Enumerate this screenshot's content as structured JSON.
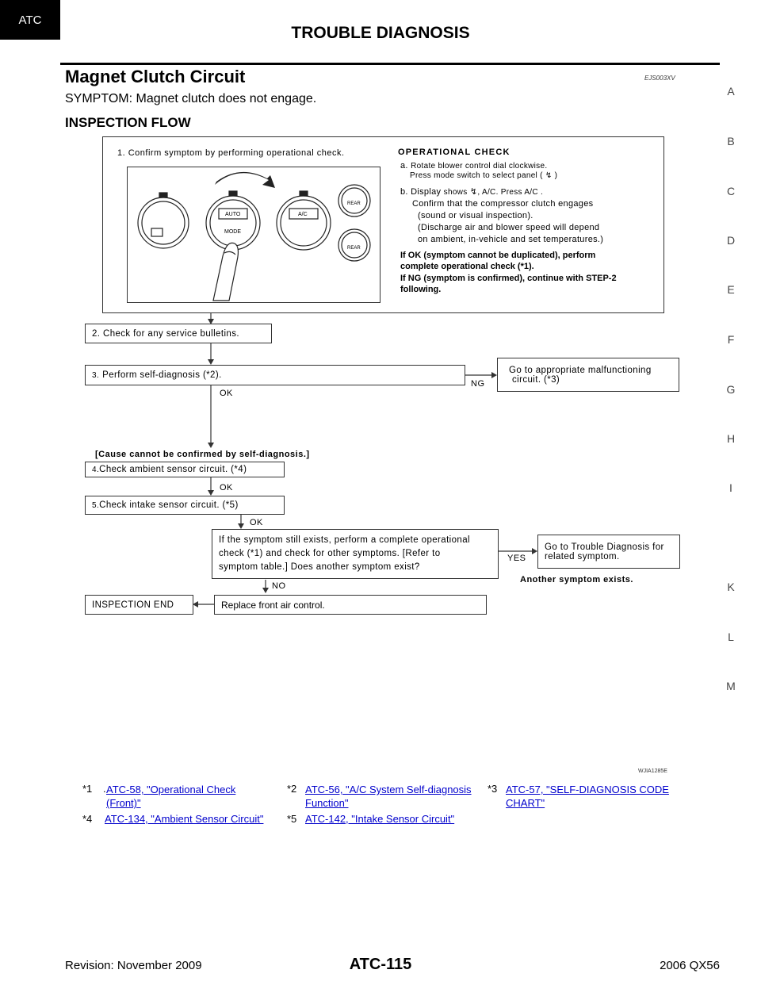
{
  "header": {
    "title": "TROUBLE DIAGNOSIS"
  },
  "section": {
    "title": "Magnet Clutch Circuit",
    "code": "EJS003XV",
    "symptom": "SYMPTOM: Magnet clutch does not engage.",
    "flow_title": "INSPECTION FLOW"
  },
  "sidebar": {
    "letters": [
      "A",
      "B",
      "C",
      "D",
      "E",
      "F",
      "G",
      "H",
      "I",
      "ATC",
      "K",
      "L",
      "M"
    ],
    "active": "ATC"
  },
  "flow": {
    "step1": "1. Confirm symptom by performing operational check.",
    "opcheck": {
      "title": "OPERATIONAL CHECK",
      "a_prefix": "a.",
      "a_line1": "Rotate blower control dial clockwise.",
      "a_line2": "Press mode switch to select panel (",
      "a_line2_end": ")",
      "b_prefix": "b. Display",
      "b_shows": "shows",
      "b_rest": ", A/C. Press A/C .",
      "confirm": "Confirm that the compressor clutch engages",
      "confirm2": "(sound or visual inspection).",
      "confirm3": "(Discharge air and blower speed will depend",
      "confirm4": "on ambient, in-vehicle and set temperatures.)",
      "ok_line1": "If OK (symptom cannot be duplicated), perform",
      "ok_line2": "complete operational check (*1).",
      "ng_line1": "If NG (symptom is confirmed), continue with STEP-2",
      "ng_line2": "following."
    },
    "panel_labels": {
      "auto": "AUTO",
      "mode": "MODE",
      "ac": "A/C",
      "rear": "REAR",
      "rear2": "REAR"
    },
    "step2": "2. Check for any service bulletins.",
    "step3_num": "3.",
    "step3": "Perform self-diagnosis (*2).",
    "ng_label": "NG",
    "step3_ng": "Go to appropriate malfunctioning",
    "step3_ng2": "circuit. (*3)",
    "ok1": "OK",
    "cause_note": "[Cause cannot be confirmed by self-diagnosis.]",
    "step4_num": "4.",
    "step4": "Check ambient sensor circuit. (*4)",
    "ok2": "OK",
    "step5_num": "5.",
    "step5": "Check intake sensor circuit. (*5)",
    "ok3": "OK",
    "question1": "If the symptom still exists, perform a complete operational",
    "question2": "check (*1) and check for other symptoms. [Refer to",
    "question3": "symptom table.] Does another symptom exist?",
    "yes_label": "YES",
    "yes_box1": "Go to Trouble Diagnosis for",
    "yes_box2": "related symptom.",
    "another": "Another symptom exists.",
    "no_label": "NO",
    "replace": "Replace front air control.",
    "end": "INSPECTION END"
  },
  "figure_code": "WJIA1285E",
  "refs": [
    {
      "key": "*1",
      "prefix": ".",
      "line1": "ATC-58, \"Operational Check ",
      "line2": "(Front)\""
    },
    {
      "key": "*2",
      "prefix": "",
      "line1": "ATC-56, \"A/C System Self-diagnosis ",
      "line2": "Function\""
    },
    {
      "key": "*3",
      "prefix": "",
      "line1": "ATC-57, \"SELF-DIAGNOSIS CODE ",
      "line2": "CHART\""
    },
    {
      "key": "*4",
      "prefix": "",
      "line1": "ATC-134, \"Ambient Sensor Circuit\"",
      "line2": ""
    },
    {
      "key": "*5",
      "prefix": "",
      "line1": "ATC-142, \"Intake Sensor Circuit\"",
      "line2": ""
    }
  ],
  "footer": {
    "revision": "Revision: November 2009",
    "page": "ATC-115",
    "model": "2006 QX56"
  }
}
